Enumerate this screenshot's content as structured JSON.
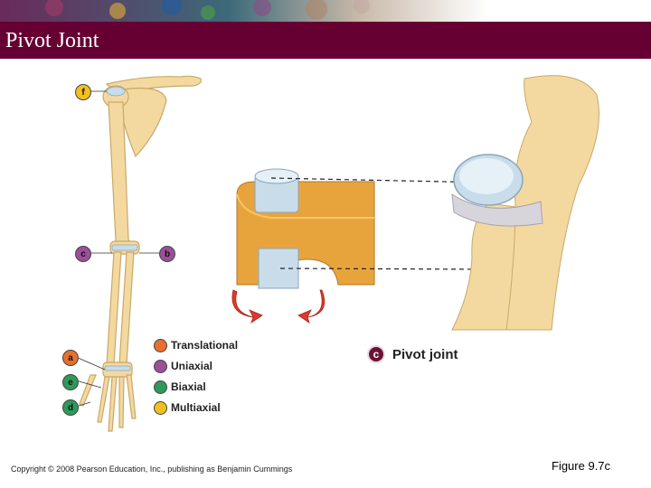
{
  "slide": {
    "title": "Pivot Joint",
    "copyright": "Copyright © 2008 Pearson Education, Inc., publishing as Benjamin Cummings",
    "figure_number": "Figure 9.7c"
  },
  "skeleton_markers": [
    {
      "letter": "f",
      "color": "#f2c01e"
    },
    {
      "letter": "c",
      "color": "#9b4f9b"
    },
    {
      "letter": "b",
      "color": "#9b4f9b"
    },
    {
      "letter": "a",
      "color": "#e8702e"
    },
    {
      "letter": "e",
      "color": "#2e9a5a"
    },
    {
      "letter": "d",
      "color": "#2e9a5a"
    }
  ],
  "legend": [
    {
      "label": "Translational",
      "color": "#e8702e"
    },
    {
      "label": "Uniaxial",
      "color": "#9b4f9b"
    },
    {
      "label": "Biaxial",
      "color": "#2e9a5a"
    },
    {
      "label": "Multiaxial",
      "color": "#f2c01e"
    }
  ],
  "panel": {
    "letter": "c",
    "caption": "Pivot joint"
  },
  "colors": {
    "title_bar": "#660033",
    "bone": "#f3d9a0",
    "bone_outline": "#c9a868",
    "cartilage": "#c8dcea",
    "model_block": "#e8a43c",
    "arrow": "#e0392b"
  }
}
